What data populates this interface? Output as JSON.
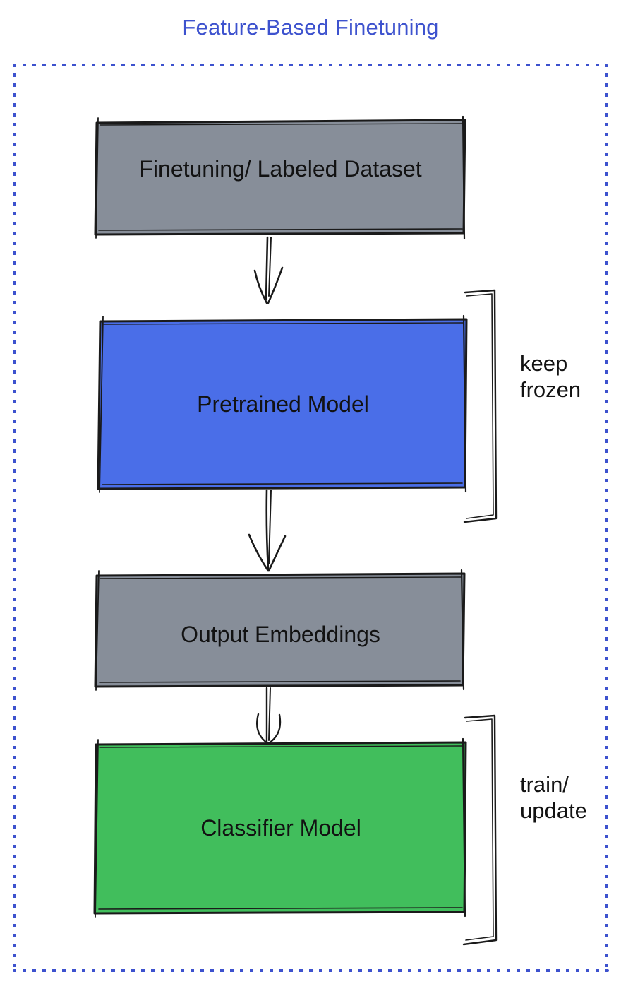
{
  "title": "Feature-Based Finetuning",
  "colors": {
    "accent_blue": "#3D52CE",
    "box_gray": "#878E99",
    "box_blue": "#4A6EE8",
    "box_green": "#41BE5C",
    "ink": "#1A1A1A",
    "text": "#121212",
    "background": "#FFFFFF"
  },
  "nodes": {
    "dataset": {
      "label": "Finetuning/ Labeled Dataset"
    },
    "pretrained": {
      "label": "Pretrained Model"
    },
    "embeddings": {
      "label": "Output Embeddings"
    },
    "classifier": {
      "label": "Classifier Model"
    }
  },
  "annotations": {
    "frozen": {
      "line1": "keep",
      "line2": "frozen"
    },
    "train": {
      "line1": "train/",
      "line2": "update"
    }
  }
}
